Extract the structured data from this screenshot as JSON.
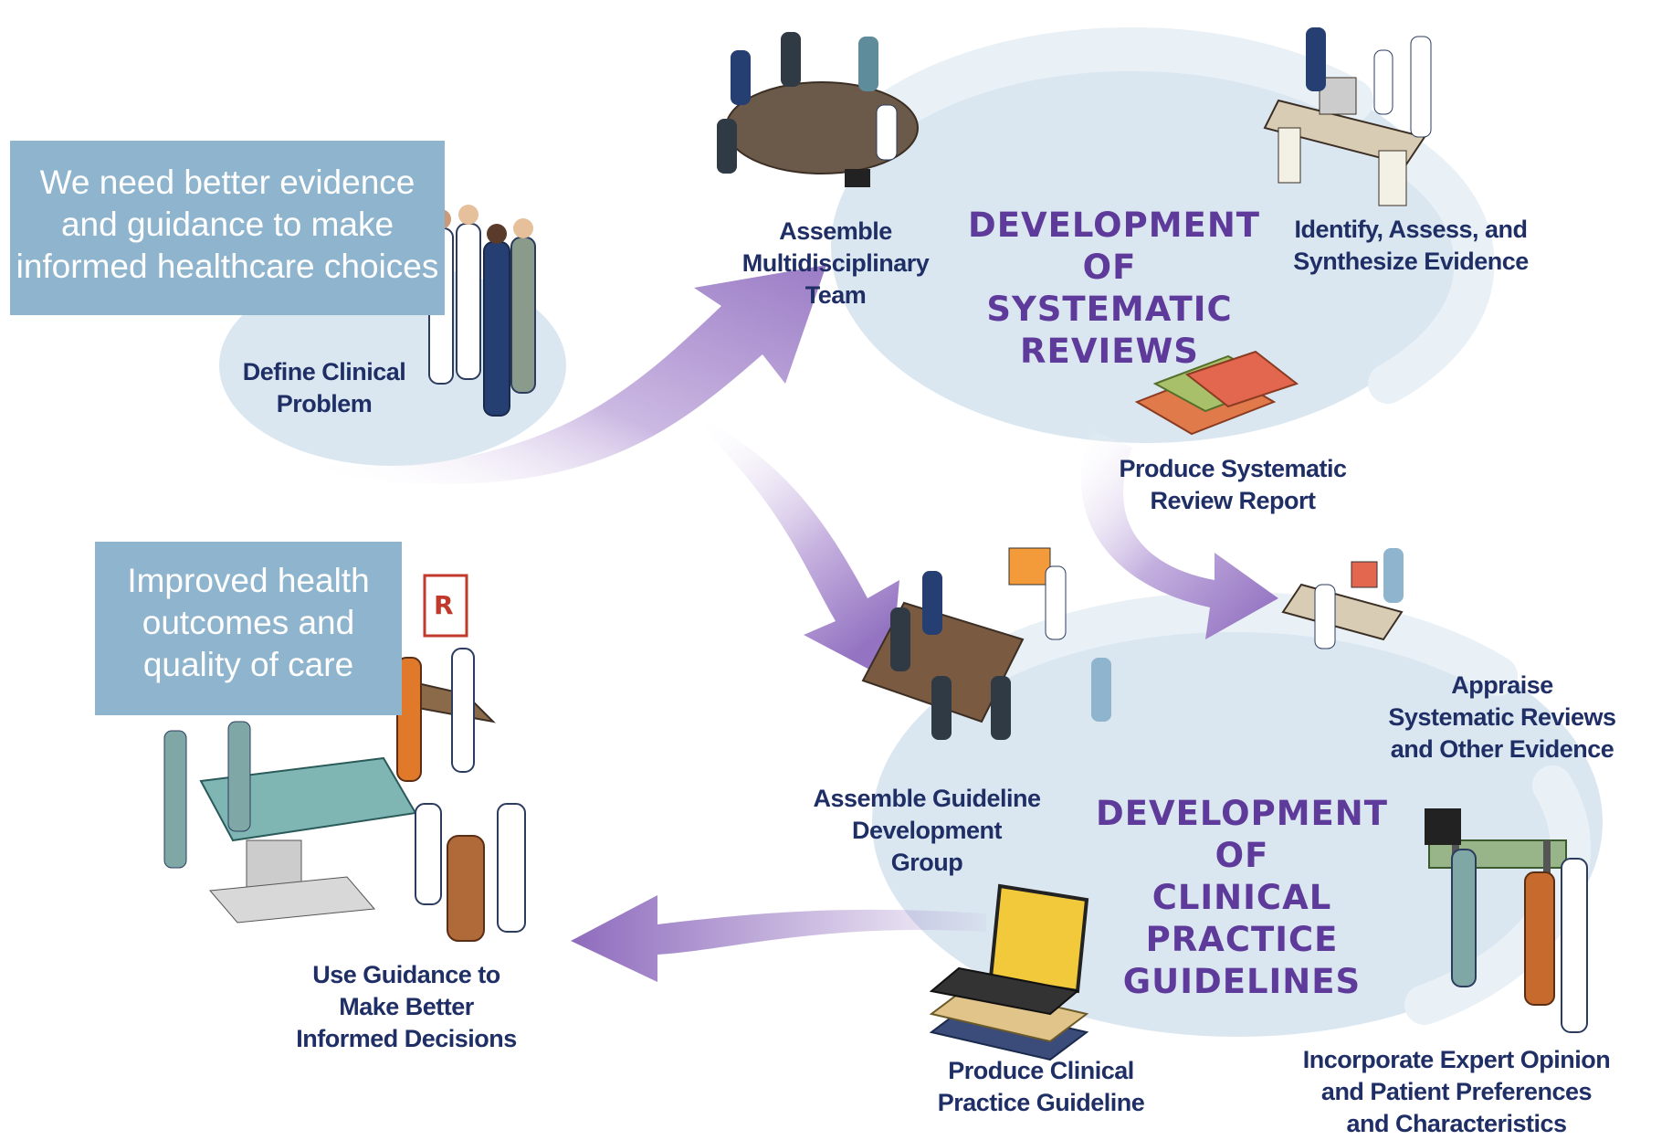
{
  "callouts": {
    "top": [
      "We need better evidence",
      "and guidance to make",
      "informed healthcare choices"
    ],
    "bottom": [
      "Improved health",
      "outcomes and",
      "quality of care"
    ]
  },
  "titles": {
    "systematic": [
      "DEVELOPMENT",
      "OF SYSTEMATIC",
      "REVIEWS"
    ],
    "guidelines": [
      "DEVELOPMENT OF",
      "CLINICAL PRACTICE",
      "GUIDELINES"
    ]
  },
  "steps": {
    "define": [
      "Define Clinical",
      "Problem"
    ],
    "assemble_team": [
      "Assemble",
      "Multidisciplinary",
      "Team"
    ],
    "identify": [
      "Identify, Assess, and",
      "Synthesize Evidence"
    ],
    "produce_report": [
      "Produce Systematic",
      "Review Report"
    ],
    "appraise": [
      "Appraise",
      "Systematic Reviews",
      "and Other Evidence"
    ],
    "assemble_group": [
      "Assemble Guideline",
      "Development",
      "Group"
    ],
    "incorporate": [
      "Incorporate Expert Opinion",
      "and Patient Preferences",
      "and Characteristics"
    ],
    "produce_guideline": [
      "Produce Clinical",
      "Practice Guideline"
    ],
    "use_guidance": [
      "Use Guidance to",
      "Make Better",
      "Informed Decisions"
    ]
  },
  "colors": {
    "cycle_fill": "#dbe7f0",
    "cycle_ring": "#c9dbe8",
    "label_text": "#1f2f66",
    "title_text": "#5e3a9a",
    "callout_bg": "#8fb4ce",
    "arrow_purple": "#9a7cc4"
  },
  "icons": [
    "doctors-group-icon",
    "meeting-table-icon",
    "computer-desk-icon",
    "report-binders-icon",
    "guideline-meeting-icon",
    "desk-consult-icon",
    "patient-exam-icon",
    "laptop-books-icon",
    "surgery-bed-icon",
    "pharmacy-consult-icon",
    "mother-child-doctor-icon"
  ]
}
